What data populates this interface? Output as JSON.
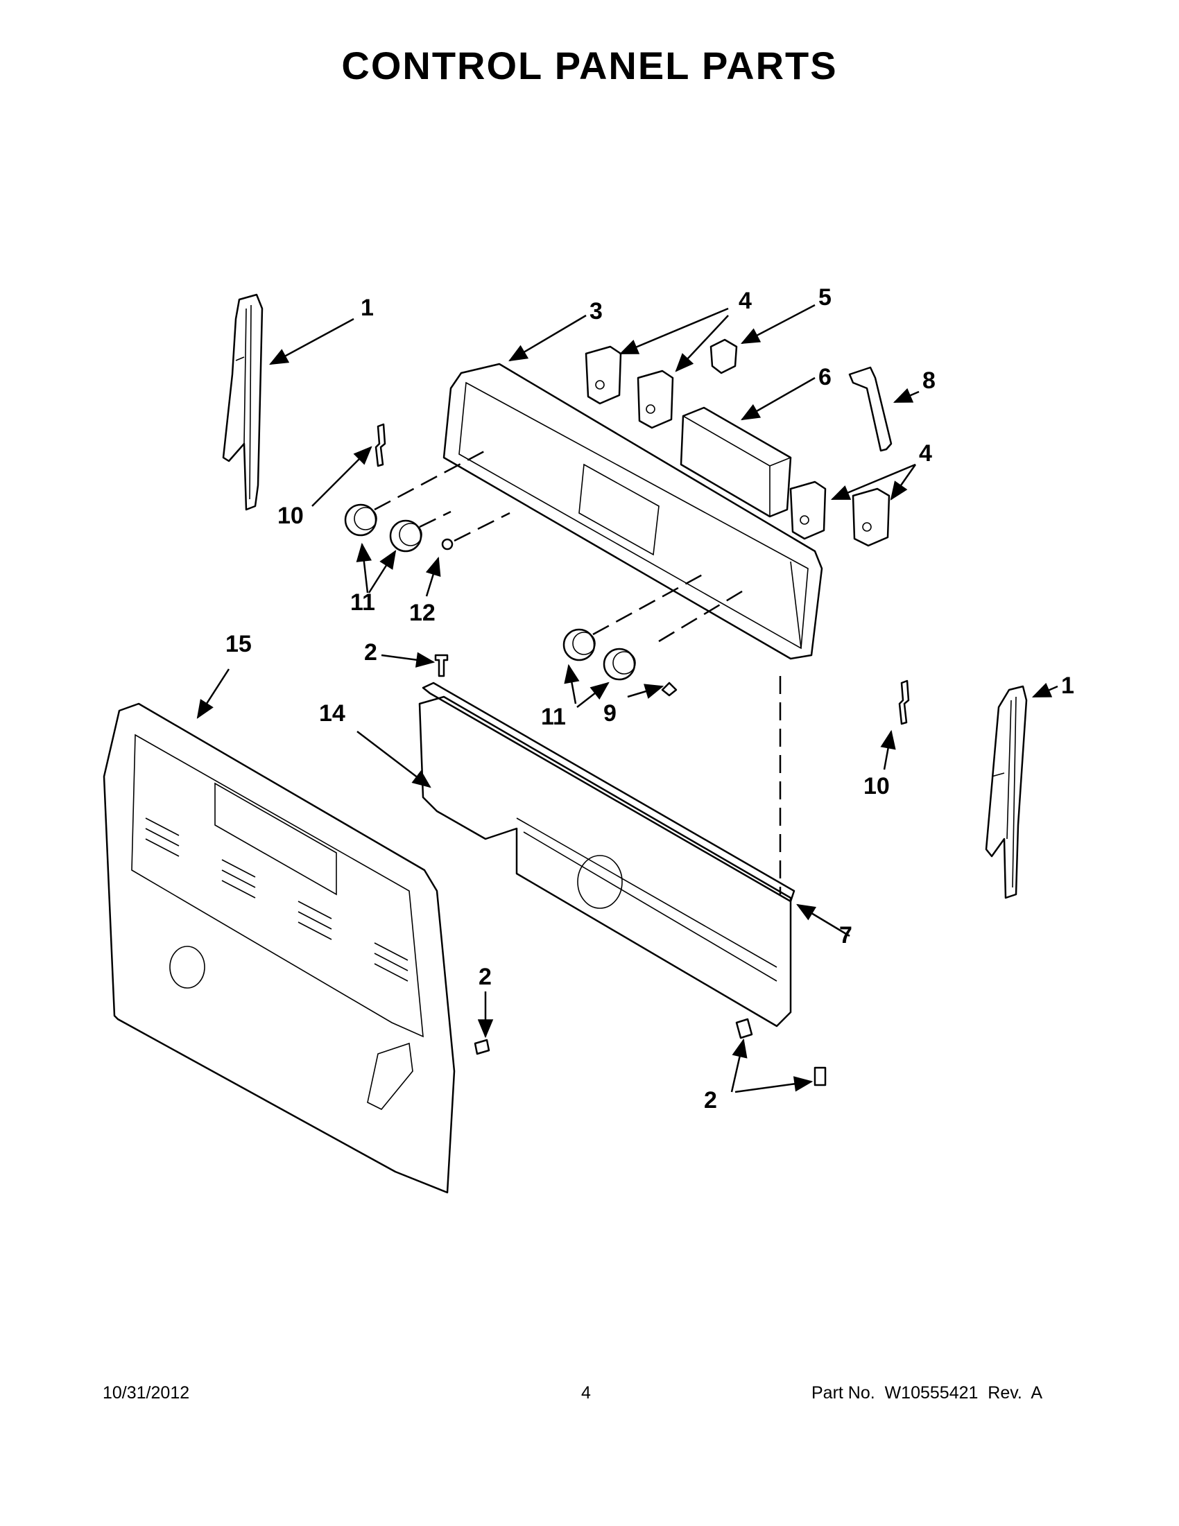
{
  "title": "CONTROL PANEL PARTS",
  "footer": {
    "date": "10/31/2012",
    "page": "4",
    "part_number": "Part No.  W10555421  Rev.  A"
  },
  "callouts": [
    {
      "id": "c1a",
      "label": "1"
    },
    {
      "id": "c1b",
      "label": "1"
    },
    {
      "id": "c2a",
      "label": "2"
    },
    {
      "id": "c2b",
      "label": "2"
    },
    {
      "id": "c2c",
      "label": "2"
    },
    {
      "id": "c3",
      "label": "3"
    },
    {
      "id": "c4a",
      "label": "4"
    },
    {
      "id": "c4b",
      "label": "4"
    },
    {
      "id": "c5",
      "label": "5"
    },
    {
      "id": "c6",
      "label": "6"
    },
    {
      "id": "c7",
      "label": "7"
    },
    {
      "id": "c8",
      "label": "8"
    },
    {
      "id": "c9",
      "label": "9"
    },
    {
      "id": "c10a",
      "label": "10"
    },
    {
      "id": "c10b",
      "label": "10"
    },
    {
      "id": "c11a",
      "label": "11"
    },
    {
      "id": "c11b",
      "label": "11"
    },
    {
      "id": "c12",
      "label": "12"
    },
    {
      "id": "c14",
      "label": "14"
    },
    {
      "id": "c15",
      "label": "15"
    }
  ]
}
